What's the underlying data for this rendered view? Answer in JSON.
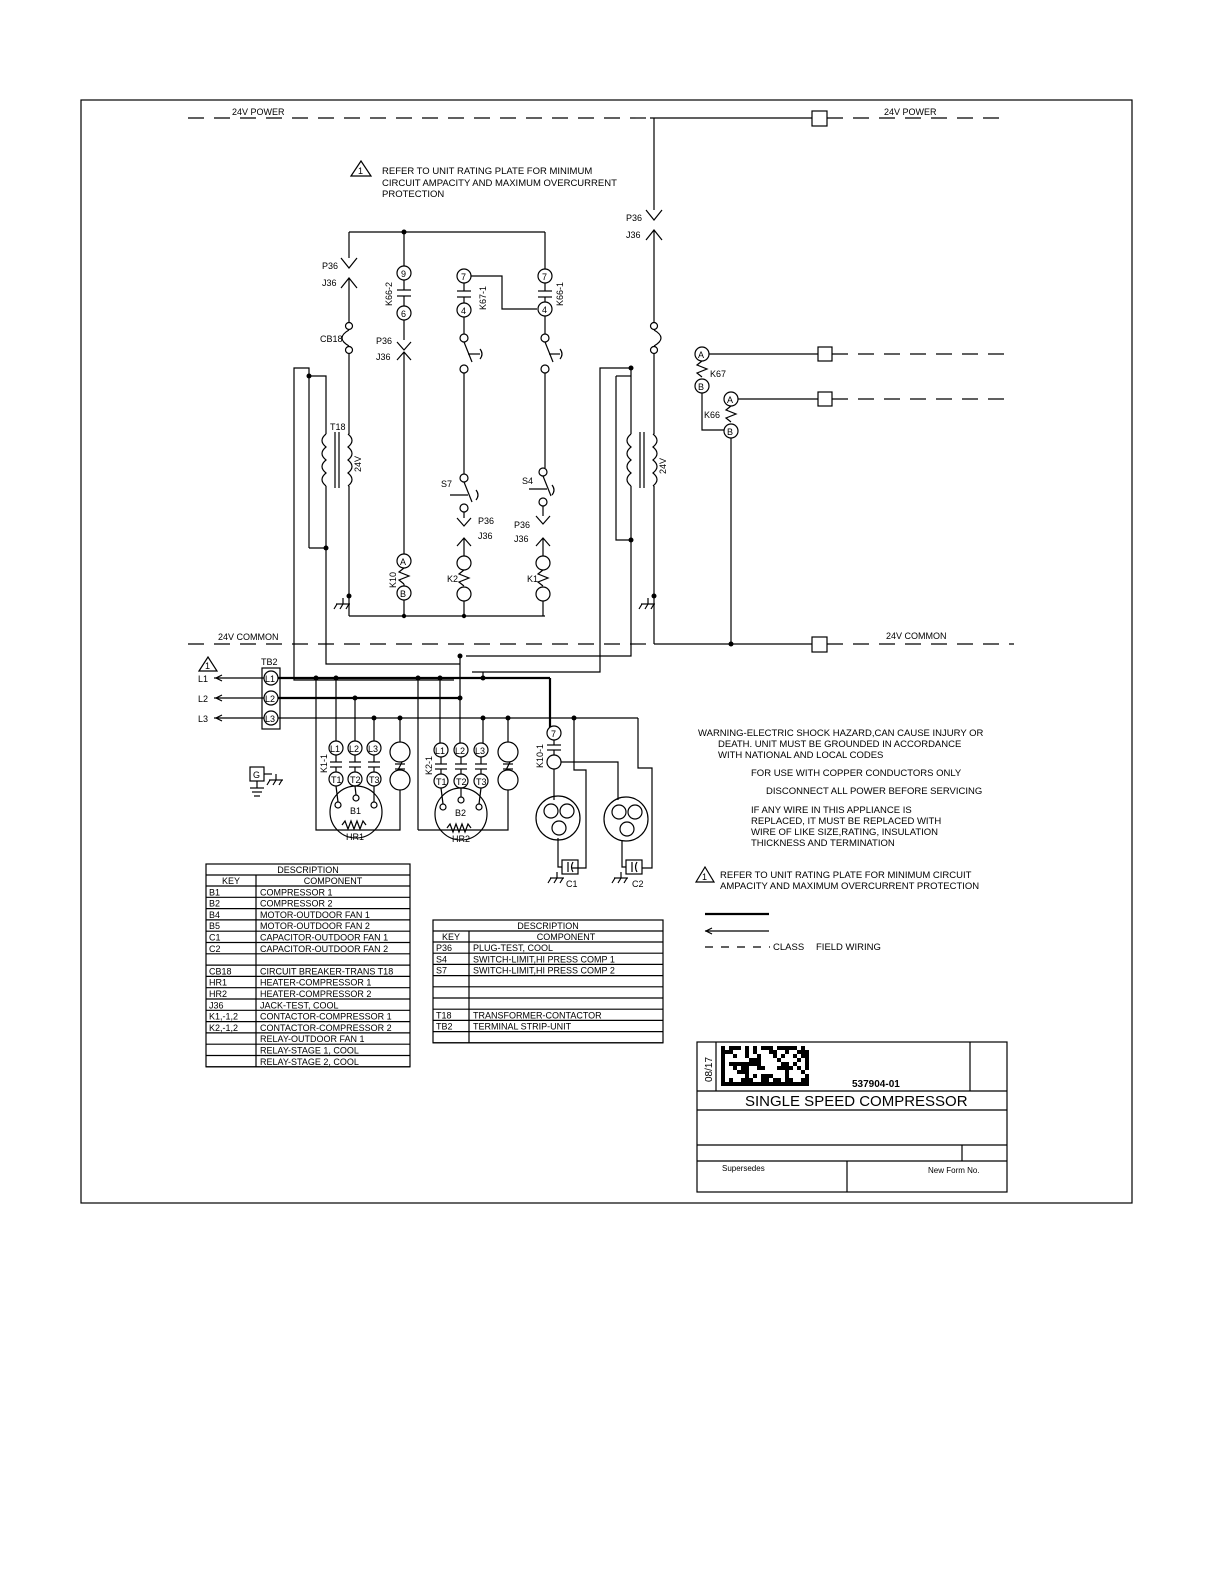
{
  "power_bus": {
    "left_label": "24V POWER",
    "right_label": "24V POWER"
  },
  "common_bus": {
    "left_label": "24V COMMON",
    "right_label": "24V COMMON"
  },
  "note_top": [
    "REFER TO UNIT RATING PLATE FOR MINIMUM",
    "CIRCUIT AMPACITY AND MAXIMUM OVERCURRENT",
    "PROTECTION"
  ],
  "triangle_mark": "1",
  "labels": {
    "p36": "P36",
    "j36": "J36",
    "cb18": "CB18",
    "t18": "T18",
    "v24": "24V",
    "k66_2": "K66-2",
    "k67_1": "K67-1",
    "k66_1": "K66-1",
    "k10": "K10",
    "k2": "K2",
    "k1": "K1",
    "s7": "S7",
    "s4": "S4",
    "k67": "K67",
    "k66": "K66",
    "tb2": "TB2",
    "l1": "L1",
    "l2": "L2",
    "l3": "L3",
    "k1_1": "K1-1",
    "k2_1": "K2-1",
    "k10_1": "K10-1",
    "b1": "B1",
    "b2": "B2",
    "hr1": "HR1",
    "hr2": "HR2",
    "c1": "C1",
    "c2": "C2",
    "g": "G",
    "t1": "T1",
    "t2": "T2",
    "t3": "T3",
    "pin_a": "A",
    "pin_b": "B",
    "pin_9": "9",
    "pin_6": "6",
    "pin_7": "7",
    "pin_4": "4"
  },
  "warning_lines": [
    "WARNING-ELECTRIC SHOCK HAZARD,CAN CAUSE INJURY OR",
    "DEATH. UNIT MUST BE GROUNDED IN ACCORDANCE",
    "WITH NATIONAL AND LOCAL CODES"
  ],
  "copper_note": "FOR USE WITH COPPER CONDUCTORS ONLY",
  "disconnect_note": "DISCONNECT ALL POWER BEFORE SERVICING",
  "replace_note": [
    "IF ANY WIRE IN THIS APPLIANCE IS",
    "REPLACED, IT MUST BE REPLACED WITH",
    "WIRE OF LIKE SIZE,RATING, INSULATION",
    "THICKNESS AND TERMINATION"
  ],
  "rating_note": [
    "REFER TO UNIT RATING PLATE FOR MINIMUM CIRCUIT",
    "AMPACITY AND MAXIMUM OVERCURRENT PROTECTION"
  ],
  "legend": {
    "class_label": "CLASS",
    "field_wiring": "FIELD WIRING"
  },
  "table1": {
    "description": "DESCRIPTION",
    "key_header": "KEY",
    "component_header": "COMPONENT",
    "rows": [
      {
        "key": "B1",
        "component": "COMPRESSOR 1"
      },
      {
        "key": "B2",
        "component": "COMPRESSOR 2"
      },
      {
        "key": "B4",
        "component": "MOTOR-OUTDOOR FAN 1"
      },
      {
        "key": "B5",
        "component": "MOTOR-OUTDOOR FAN 2"
      },
      {
        "key": "C1",
        "component": "CAPACITOR-OUTDOOR FAN 1"
      },
      {
        "key": "C2",
        "component": "CAPACITOR-OUTDOOR FAN 2"
      },
      {
        "key": "",
        "component": ""
      },
      {
        "key": "CB18",
        "component": "CIRCUIT BREAKER-TRANS T18"
      },
      {
        "key": "HR1",
        "component": "HEATER-COMPRESSOR 1"
      },
      {
        "key": "HR2",
        "component": "HEATER-COMPRESSOR 2"
      },
      {
        "key": "J36",
        "component": "JACK-TEST, COOL"
      },
      {
        "key": "K1,-1,2",
        "component": "CONTACTOR-COMPRESSOR 1"
      },
      {
        "key": "K2,-1,2",
        "component": "CONTACTOR-COMPRESSOR 2"
      },
      {
        "key": "",
        "component": "RELAY-OUTDOOR FAN 1"
      },
      {
        "key": "",
        "component": "RELAY-STAGE 1, COOL"
      },
      {
        "key": "",
        "component": "RELAY-STAGE 2, COOL"
      }
    ]
  },
  "table2": {
    "description": "DESCRIPTION",
    "key_header": "KEY",
    "component_header": "COMPONENT",
    "rows": [
      {
        "key": "P36",
        "component": "PLUG-TEST, COOL"
      },
      {
        "key": "S4",
        "component": "SWITCH-LIMIT,HI PRESS COMP 1"
      },
      {
        "key": "S7",
        "component": "SWITCH-LIMIT,HI PRESS COMP 2"
      },
      {
        "key": "",
        "component": ""
      },
      {
        "key": "",
        "component": ""
      },
      {
        "key": "",
        "component": ""
      },
      {
        "key": "T18",
        "component": "TRANSFORMER-CONTACTOR"
      },
      {
        "key": "TB2",
        "component": "TERMINAL STRIP-UNIT"
      },
      {
        "key": "",
        "component": ""
      }
    ]
  },
  "title_block": {
    "date": "08/17",
    "number": "537904-01",
    "title": "SINGLE SPEED COMPRESSOR",
    "supersedes": "Supersedes",
    "new_form": "New Form No."
  }
}
